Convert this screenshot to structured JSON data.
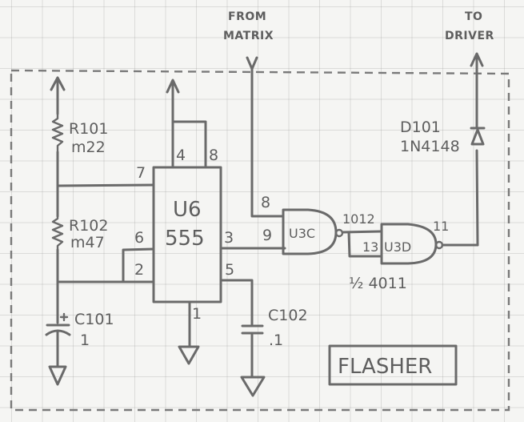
{
  "title": "FLASHER",
  "ports": {
    "input": {
      "line1": "FROM",
      "line2": "MATRIX"
    },
    "output": {
      "line1": "TO",
      "line2": "DRIVER"
    }
  },
  "components": {
    "r101": {
      "ref": "R101",
      "value": "m22"
    },
    "r102": {
      "ref": "R102",
      "value": "m47"
    },
    "c101": {
      "ref": "C101",
      "value": "1",
      "polarity": "+"
    },
    "c102": {
      "ref": "C102",
      "value": ".1"
    },
    "d101": {
      "ref": "D101",
      "value": "1N4148"
    },
    "u6": {
      "ref": "U6",
      "part": "555",
      "pins": {
        "p4": "4",
        "p8": "8",
        "p7": "7",
        "p6": "6",
        "p2": "2",
        "p3": "3",
        "p5": "5",
        "p1": "1"
      }
    },
    "u3c": {
      "ref": "U3C",
      "pins": {
        "in_a": "8",
        "in_b": "9"
      }
    },
    "u3d": {
      "ref": "U3D",
      "pins": {
        "in_a": "1012",
        "in_b": "13",
        "out": "11"
      }
    },
    "u3_package": "½ 4011"
  },
  "colors": {
    "ink": "#6a6a6a",
    "paper": "#f5f5f3",
    "grid": "#c8c8c8"
  }
}
